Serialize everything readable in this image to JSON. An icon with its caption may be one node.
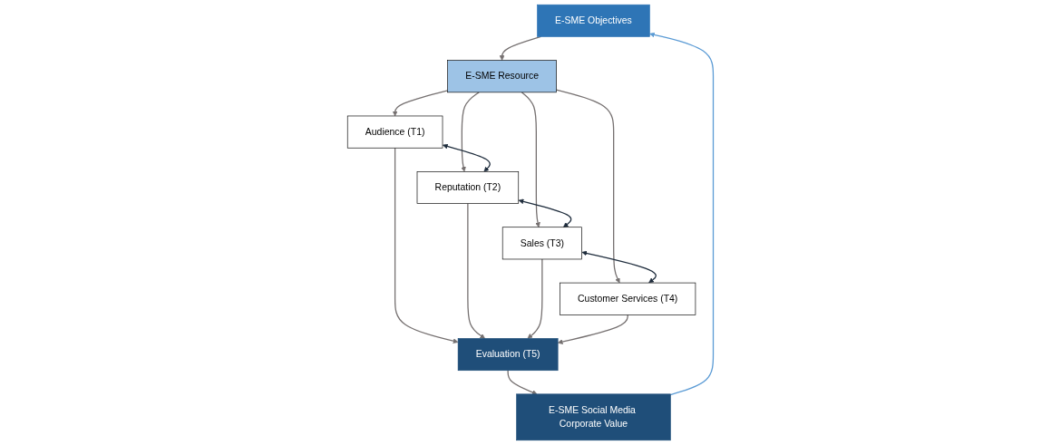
{
  "diagram": {
    "nodes": [
      {
        "text": [
          "E-SME Objectives"
        ]
      },
      {
        "text": [
          "E-SME Resource"
        ]
      },
      {
        "text": [
          "Audience (T1)"
        ]
      },
      {
        "text": [
          "Reputation  (T2)"
        ]
      },
      {
        "text": [
          "Sales  (T3)"
        ]
      },
      {
        "text": [
          "Customer Services  (T4)"
        ]
      },
      {
        "text": [
          "Evaluation (T5)"
        ]
      },
      {
        "text": [
          "E-SME Social Media Corporate Value"
        ]
      }
    ],
    "edges": [
      {
        "from": 0,
        "to": 1,
        "arrow": "to"
      },
      {
        "from": 1,
        "to": 2,
        "arrow": "to"
      },
      {
        "from": 1,
        "to": 3,
        "arrow": "to"
      },
      {
        "from": 1,
        "to": 4,
        "arrow": "to"
      },
      {
        "from": 1,
        "to": 5,
        "arrow": "to"
      },
      {
        "from": 2,
        "to": 3,
        "arrow": "both",
        "color": "#1f2d3d"
      },
      {
        "from": 3,
        "to": 4,
        "arrow": "both",
        "color": "#1f2d3d"
      },
      {
        "from": 4,
        "to": 5,
        "arrow": "both",
        "color": "#1f2d3d"
      },
      {
        "from": 2,
        "to": 6,
        "arrow": "to"
      },
      {
        "from": 3,
        "to": 6,
        "arrow": "to"
      },
      {
        "from": 4,
        "to": 6,
        "arrow": "to"
      },
      {
        "from": 5,
        "to": 6,
        "arrow": "to"
      },
      {
        "from": 6,
        "to": 7,
        "arrow": "to"
      },
      {
        "from": 7,
        "to": 0,
        "arrow": "to",
        "color": "#5b9bd5"
      }
    ]
  }
}
